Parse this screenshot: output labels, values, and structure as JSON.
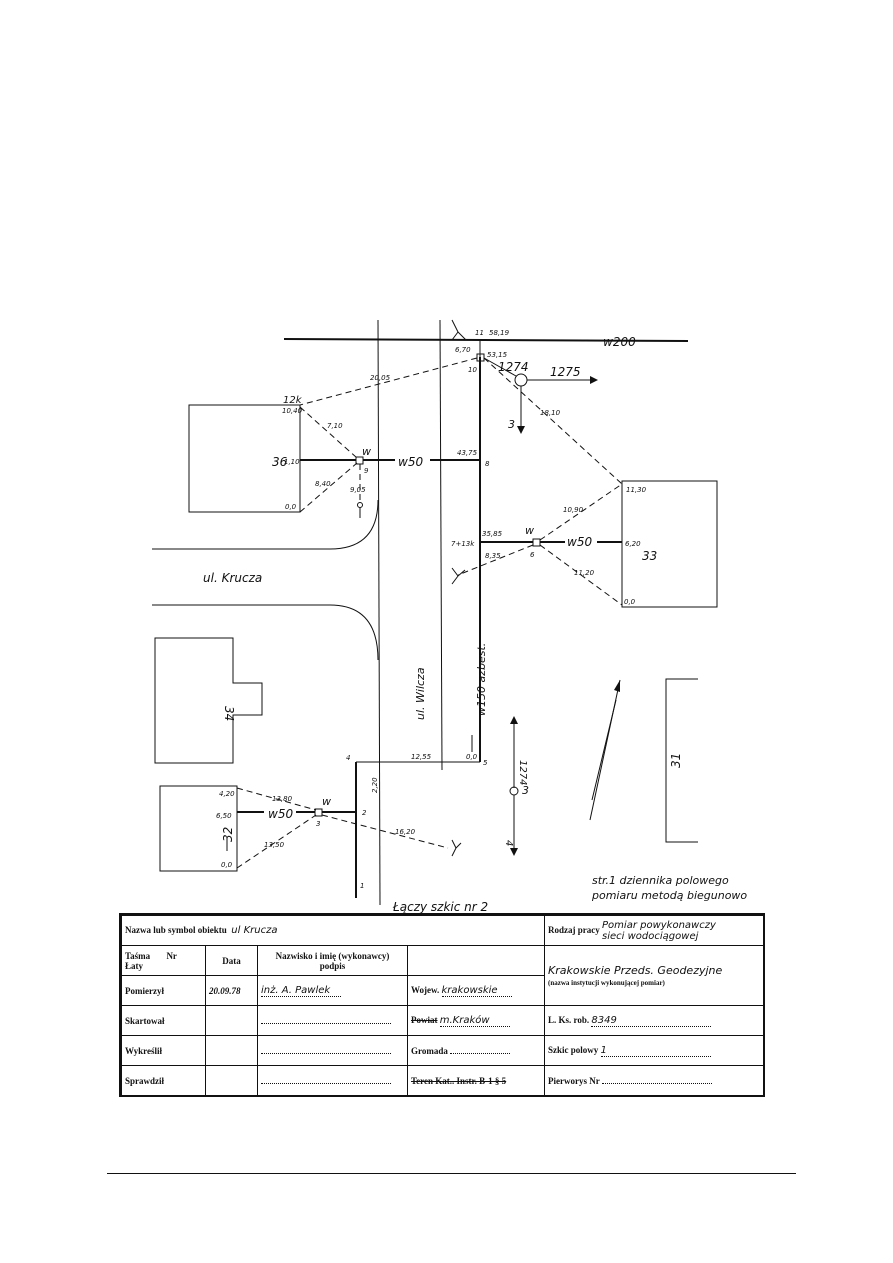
{
  "labels": {
    "pipe_w200": "w200",
    "street_krucza": "ul. Krucza",
    "street_wilcza": "ul. Wilcza",
    "pipe_w150": "w150 azbest.",
    "pipe_w50_a": "w50",
    "pipe_w50_b": "w50",
    "pipe_w50_c": "w50",
    "building_36": "36",
    "building_33": "33",
    "building_34": "34",
    "building_32": "32",
    "building_31": "31",
    "pt_12k": "12k",
    "pt_11": "11",
    "pt_10": "10",
    "pt_9": "9",
    "pt_8": "8",
    "pt_7": "7+13k",
    "pt_6": "6",
    "pt_5": "5",
    "pt_4": "4",
    "pt_3": "3",
    "pt_2": "2",
    "pt_1": "1",
    "w_9": "w",
    "w_6": "w",
    "w_3": "w",
    "v_1274": "1274",
    "v_1275": "1275",
    "v_3": "3",
    "v_1274b": "1274",
    "v_3b": "3",
    "v_4": "4",
    "m_58_19": "58,19",
    "m_53_15": "53,15",
    "m_6_70": "6,70",
    "m_20_05": "20,05",
    "m_10_40": "10,40",
    "m_7_10": "7,10",
    "m_36_1_10": "1,10",
    "m_9_05": "9,05",
    "m_8_40": "8,40",
    "m_0_0a": "0,0",
    "m_43_75": "43,75",
    "m_18_10": "18,10",
    "m_11_30": "11,30",
    "m_35_85": "35,85",
    "m_10_90": "10,90",
    "m_8_35": "8,35",
    "m_6_20": "6,20",
    "m_11_20": "11,20",
    "m_0_0b": "0,0",
    "m_12_55": "12,55",
    "m_0_0c": "0,0",
    "m_2_20": "2,20",
    "m_4_20": "4,20",
    "m_13_80": "13,80",
    "m_6_50": "6,50",
    "m_13_50": "13,50",
    "m_16_20": "16,20",
    "m_0_0d": "0,0",
    "link": "Łączy szkic nr 2",
    "note_1": "str.1 dziennika polowego",
    "note_2": "pomiaru metodą biegunowo"
  },
  "titleblock": {
    "object_label": "Nazwa lub symbol obiektu",
    "object_value": "ul Krucza",
    "work_label": "Rodzaj pracy",
    "work_value_1": "Pomiar powykonawczy",
    "work_value_2": "sieci wodociągowej",
    "tape_label_1": "Taśma",
    "tape_label_2": "Łaty",
    "nr_label": "Nr",
    "date_label": "Data",
    "name_label": "Nazwisko i imię (wykonawcy)",
    "sign_label": "podpis",
    "company": "Krakowskie Przeds. Geodezyjne",
    "company_note": "(nazwa instytucji wykonującej pomiar)",
    "row1_label": "Pomierzył",
    "row1_date": "20.09.78",
    "row1_name": "inż. A. Pawlek",
    "woj_label": "Wojew.",
    "woj_value": "krakowskie",
    "row2_label": "Skartował",
    "pow_label": "Powiat",
    "pow_value": "m.Kraków",
    "ks_label": "L. Ks. rob.",
    "ks_value": "8349",
    "row3_label": "Wykreślił",
    "gromada_label": "Gromada",
    "szkic_label": "Szkic polowy",
    "szkic_value": "1",
    "row4_label": "Sprawdził",
    "teren_label": "Teren Kat.. Instr. B-1 § 5",
    "pierworys_label": "Pierworys Nr"
  }
}
